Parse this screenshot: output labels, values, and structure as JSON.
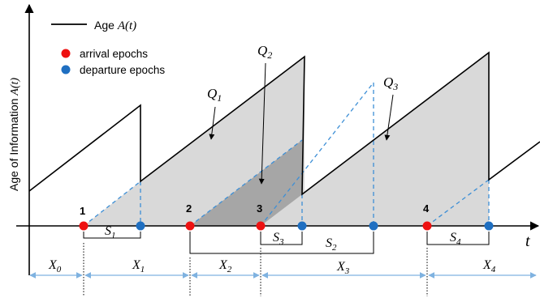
{
  "legend": {
    "age_label": "Age ",
    "age_symbol": "A(t)",
    "arrival_label": "arrival epochs",
    "departure_label": "departure epochs"
  },
  "axes": {
    "y_label": "Age of Information ",
    "y_symbol": "A(t)",
    "x_label": "t"
  },
  "epochs": [
    "1",
    "2",
    "3",
    "4"
  ],
  "regions": {
    "q1": {
      "base": "Q",
      "sub": "1"
    },
    "q2": {
      "base": "Q",
      "sub": "2"
    },
    "q3": {
      "base": "Q",
      "sub": "3"
    }
  },
  "service_braces": [
    {
      "base": "S",
      "sub": "1"
    },
    {
      "base": "S",
      "sub": "3"
    },
    {
      "base": "S",
      "sub": "2"
    },
    {
      "base": "S",
      "sub": "4"
    }
  ],
  "interarrivals": [
    {
      "base": "X",
      "sub": "0"
    },
    {
      "base": "X",
      "sub": "1"
    },
    {
      "base": "X",
      "sub": "2"
    },
    {
      "base": "X",
      "sub": "3"
    },
    {
      "base": "X",
      "sub": "4"
    }
  ],
  "colors": {
    "arrival": "#ee1111",
    "departure": "#1f6fc1",
    "dashed": "#3d8fd6",
    "interval": "#7fb2e0",
    "region_fill": "#d9d9d9",
    "overlap_fill": "#a6a6a6",
    "line": "#000000"
  }
}
